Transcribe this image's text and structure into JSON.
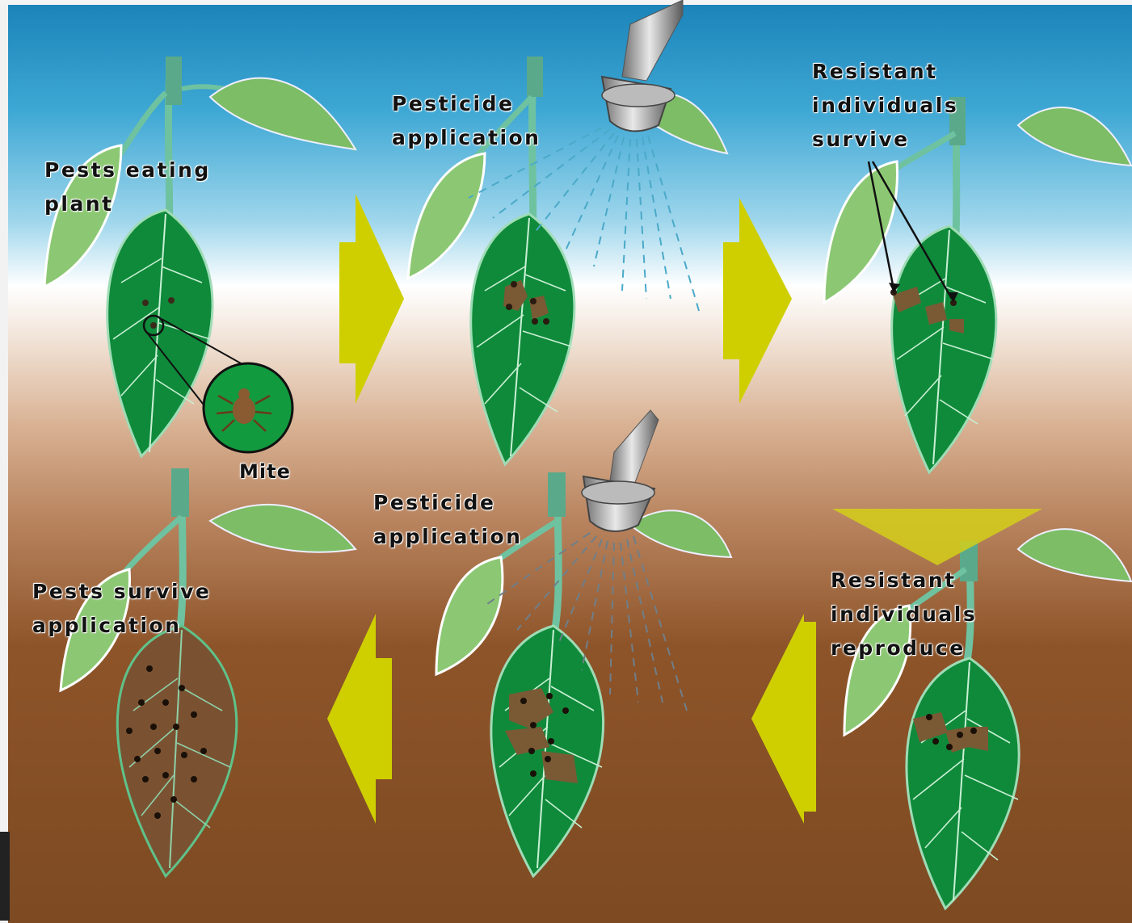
{
  "labels": {
    "pests_eating": [
      "Pests eating",
      "plant"
    ],
    "pesticide_1": [
      "Pesticide",
      "application"
    ],
    "resistant_survive": [
      "Resistant",
      "individuals",
      "survive"
    ],
    "mite": "Mite",
    "pesticide_2": [
      "Pesticide",
      "application"
    ],
    "pests_survive": [
      "Pests survive",
      "application"
    ],
    "resistant_reproduce": [
      "Resistant",
      "individuals",
      "reproduce"
    ]
  },
  "colors": {
    "sky_top": "#1a8fc0",
    "sky_band": "#ffffff",
    "soil_top": "#cc9c7c",
    "soil_bottom": "#7e4a22",
    "leaf_dark": "#0f8a3a",
    "leaf_light": "#7cbd66",
    "stem": "#6fc2a0",
    "arrow": "#cfcf00",
    "damage": "#7a5a35",
    "sprayer": "#9a9a9a"
  }
}
